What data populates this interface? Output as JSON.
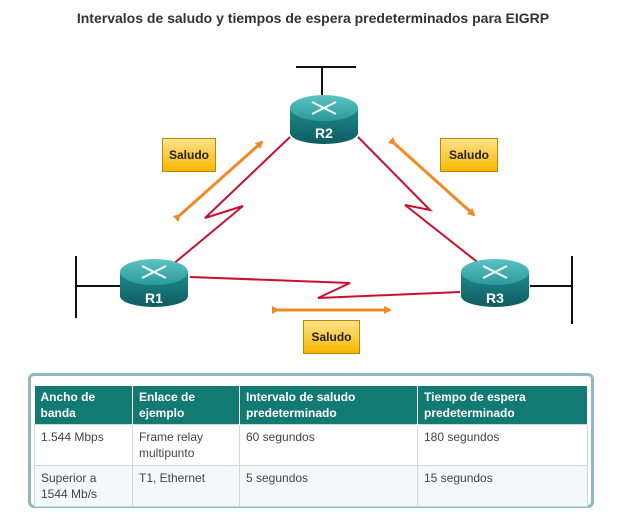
{
  "title": "Intervalos de saludo y tiempos de espera predeterminados para EIGRP",
  "routers": [
    "R2",
    "R1",
    "R3"
  ],
  "hello_label": "Saludo",
  "table": {
    "headers": [
      "Ancho de banda",
      "Enlace de ejemplo",
      "Intervalo de saludo predeterminado",
      "Tiempo de espera predeterminado"
    ],
    "rows": [
      [
        "1.544 Mbps",
        "Frame relay multipunto",
        "60 segundos",
        "180 segundos"
      ],
      [
        "Superior a 1544 Mb/s",
        "T1, Ethernet",
        "5 segundos",
        "15 segundos"
      ]
    ]
  },
  "colors": {
    "link": "#c8102e",
    "arrow": "#f08a24",
    "router": "#1f8a8c",
    "table_header": "#127a72",
    "hello_box": "#f6b800"
  }
}
